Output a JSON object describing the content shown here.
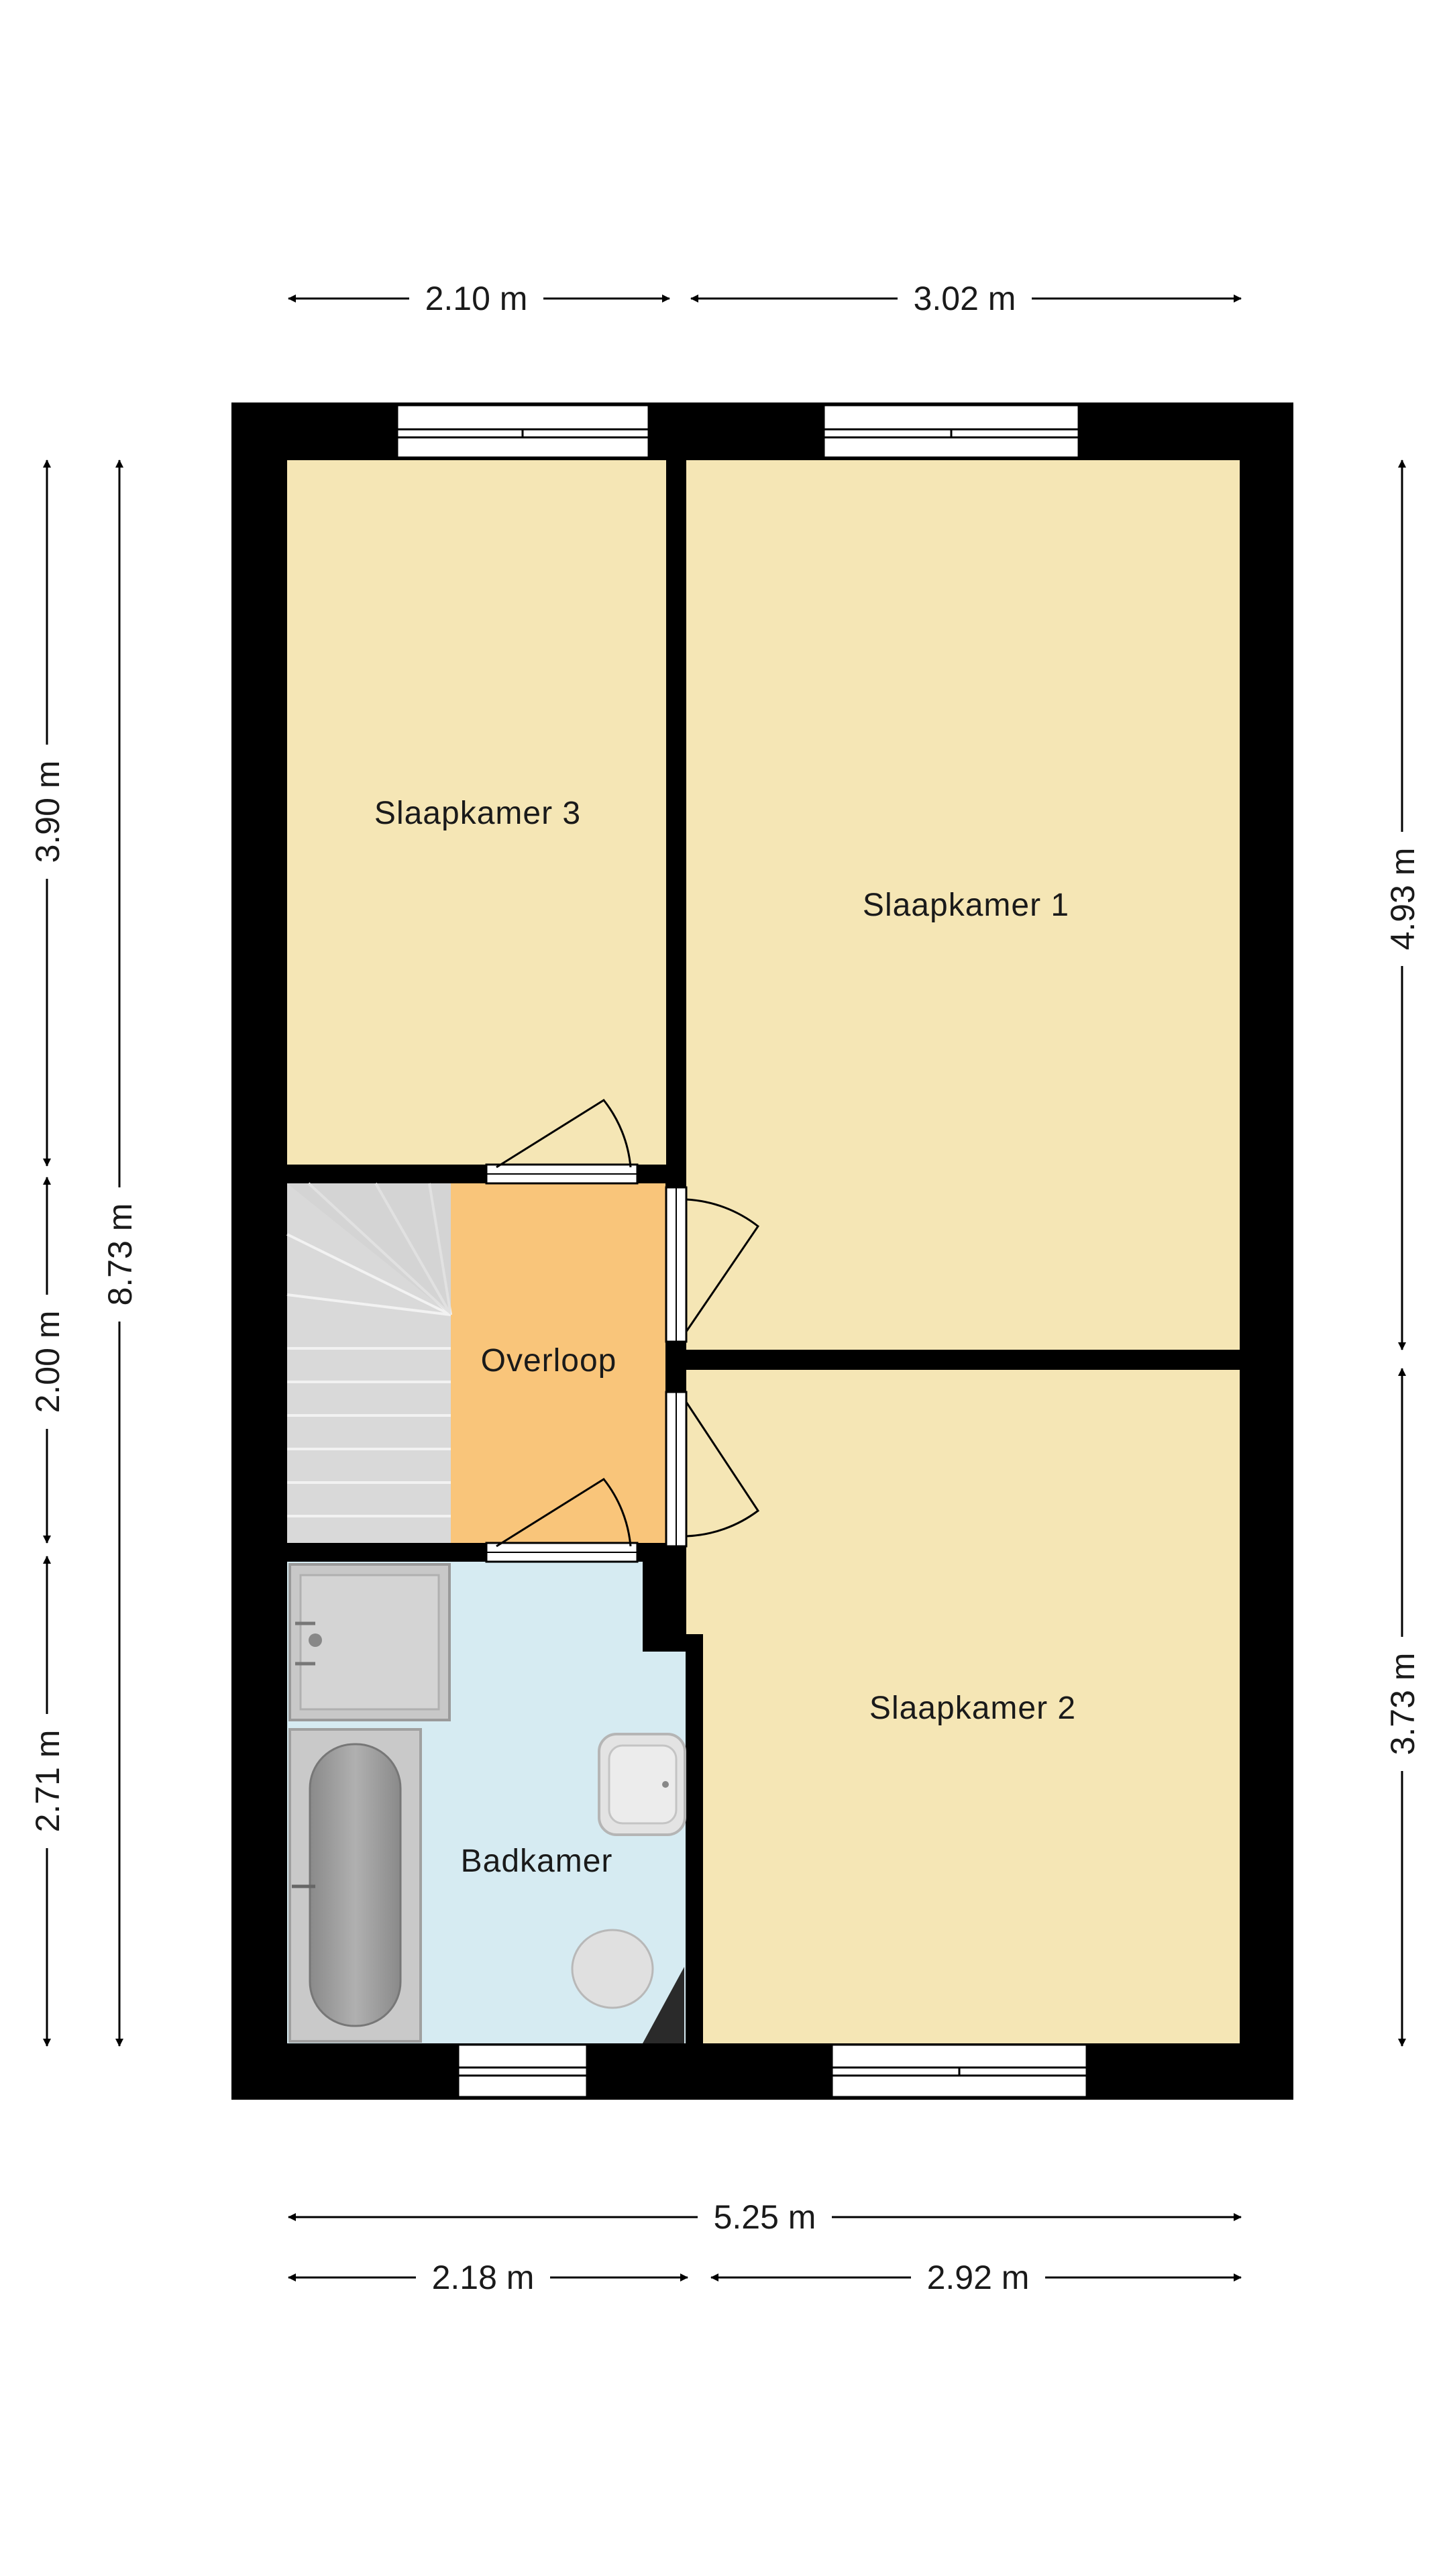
{
  "rooms": {
    "slaapkamer3": "Slaapkamer 3",
    "slaapkamer1": "Slaapkamer 1",
    "slaapkamer2": "Slaapkamer 2",
    "overloop": "Overloop",
    "badkamer": "Badkamer"
  },
  "dimensions": {
    "top_left": "2.10 m",
    "top_right": "3.02 m",
    "bottom_total": "5.25 m",
    "bottom_left": "2.18 m",
    "bottom_right": "2.92 m",
    "left_top": "3.90 m",
    "left_middle": "2.00 m",
    "left_bottom": "2.71 m",
    "left_total": "8.73 m",
    "right_top": "4.93 m",
    "right_bottom": "3.73 m"
  },
  "colors": {
    "wall": "#000000",
    "bedroom": "#f5e6b5",
    "landing": "#f9c57a",
    "bathroom": "#d6ebf2",
    "stairs": "#d9d9d9",
    "fixture": "#c8c8c8"
  }
}
